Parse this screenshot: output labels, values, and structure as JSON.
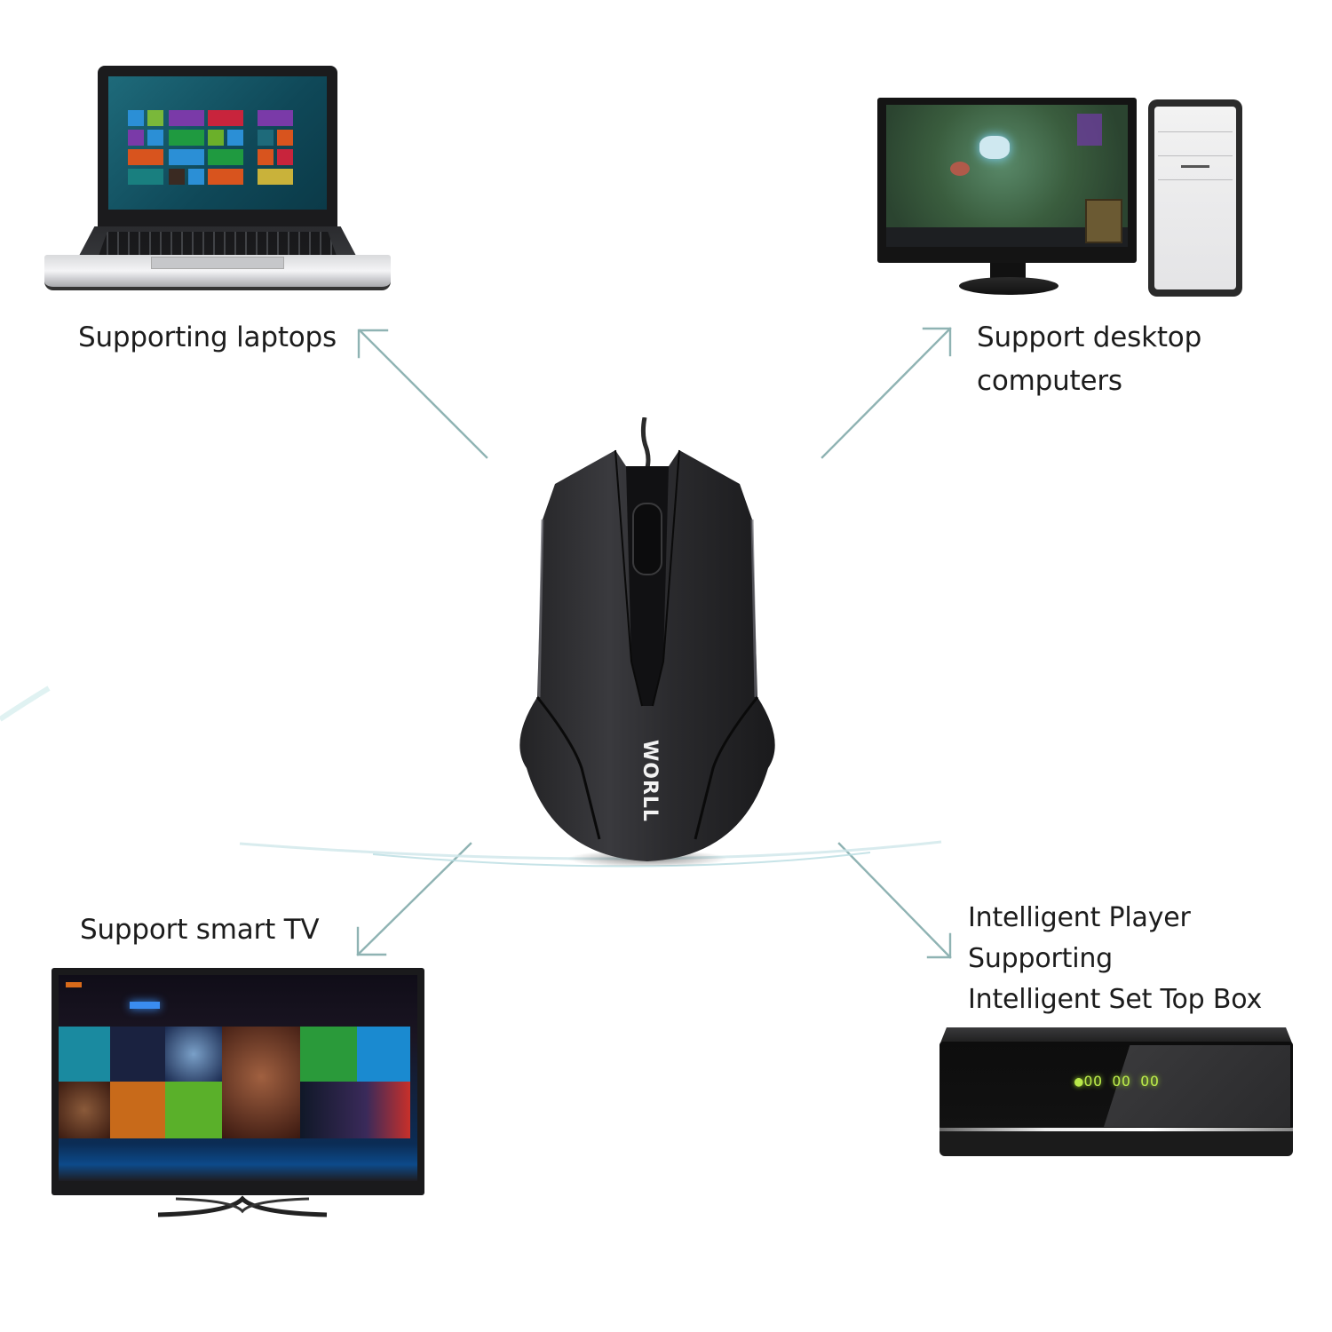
{
  "features": [
    {
      "id": "laptops",
      "label_lines": [
        "Supporting laptops"
      ],
      "device": "laptop",
      "arrow_direction": "up-left"
    },
    {
      "id": "desktop",
      "label_lines": [
        "Support desktop",
        "computers"
      ],
      "device": "desktop-computer",
      "arrow_direction": "up-right"
    },
    {
      "id": "smart-tv",
      "label_lines": [
        "Support smart TV"
      ],
      "device": "smart-tv",
      "arrow_direction": "down-left"
    },
    {
      "id": "set-top-box",
      "label_lines": [
        "Intelligent Player Supporting",
        "Intelligent Set Top Box"
      ],
      "device": "set-top-box",
      "arrow_direction": "down-right"
    }
  ],
  "product": {
    "type": "wired optical mouse",
    "color": "black",
    "brand_mark": "WORLL"
  },
  "stb_display": "●OO OO OO",
  "colors": {
    "background": "#ffffff",
    "arrow": "#8fb3b3",
    "text": "#1c1c1c",
    "mouse_body": "#1c1c1e",
    "led": "#b9e84a"
  }
}
